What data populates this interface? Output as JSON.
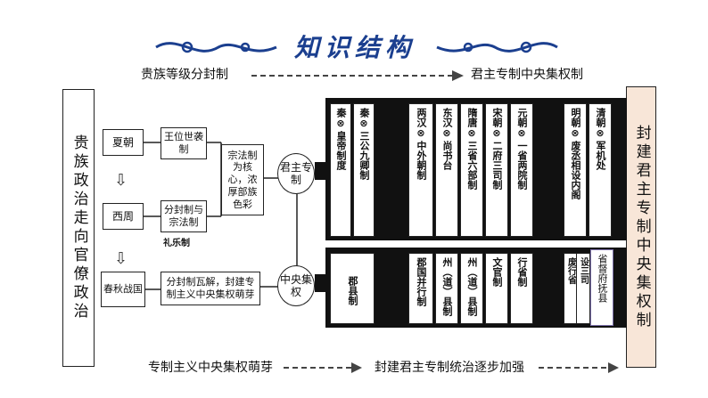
{
  "header": {
    "title": "知识结构",
    "left_label": "贵族等级分封制",
    "right_label": "君主专制中央集权制"
  },
  "left_side": "贵族政治走向官僚政治",
  "right_side": "封建君主专制中央集权制",
  "periods": {
    "xia": "夏朝",
    "zhou": "西周",
    "chunqiu": "春秋战国"
  },
  "institutions": {
    "wangwei": "王位世袭制",
    "fenfeng": "分封制与宗法制",
    "zongfa": "宗法制为核心，浓厚部族色彩",
    "liyue": "礼乐制",
    "chunqiu_desc": "分封制瓦解，封建专制主义中央集权萌芽"
  },
  "circles": {
    "junzhu": "君主专制",
    "zhongyang": "中央集权"
  },
  "upper_columns": [
    {
      "dynasty": "秦",
      "system": "皇帝制度"
    },
    {
      "dynasty": "秦",
      "system": "三公九卿制"
    },
    {
      "dynasty": "两汉",
      "system": "中外朝制"
    },
    {
      "dynasty": "东汉",
      "system": "尚书台"
    },
    {
      "dynasty": "隋唐",
      "system": "三省六部制"
    },
    {
      "dynasty": "宋朝",
      "system": "二府三司制"
    },
    {
      "dynasty": "元朝",
      "system": "一省两院制"
    },
    {
      "dynasty": "明朝",
      "system": "废丞相设内阁"
    },
    {
      "dynasty": "清朝",
      "system": "军机处"
    }
  ],
  "lower_columns": [
    {
      "system": "郡县制"
    },
    {
      "system": "郡国并行制"
    },
    {
      "system": "州（道）县制"
    },
    {
      "system": "州（道）县制"
    },
    {
      "system": "文官制"
    },
    {
      "system": "行省制"
    },
    {
      "system": "废行省"
    },
    {
      "system": "设三司"
    },
    {
      "system": "省督府抚县"
    }
  ],
  "footer": {
    "left": "专制主义中央集权萌芽",
    "right": "封建君主专制统治逐步加强"
  },
  "colors": {
    "title": "#1b3f8f",
    "right_side_bg": "#f8e6d8",
    "left_side_bg": "#ffffff"
  }
}
